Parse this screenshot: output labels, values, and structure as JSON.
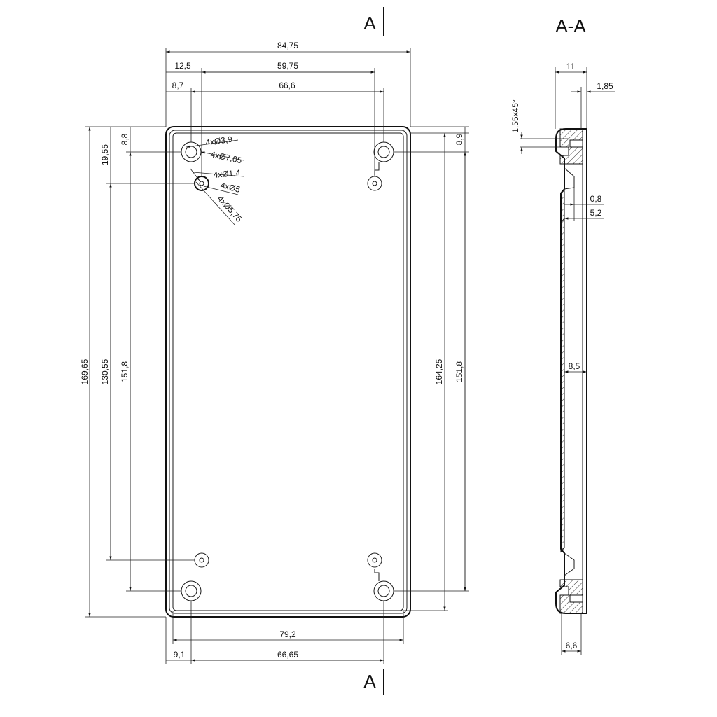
{
  "section_marks": {
    "top": "A",
    "bottom": "A",
    "view_title": "A-A"
  },
  "dims_front": {
    "overall_width": "84,75",
    "d12_5": "12,5",
    "d59_75": "59,75",
    "d8_7": "8,7",
    "d66_6": "66,6",
    "d79_2": "79,2",
    "d9_1": "9,1",
    "d66_65": "66,65",
    "overall_height": "169,65",
    "d130_55": "130,55",
    "d151_8_left": "151,8",
    "d19_55": "19,55",
    "d8_8": "8,8",
    "d8_9": "8,9",
    "d164_25": "164,25",
    "d151_8_right": "151,8",
    "hole1": "4xØ3,9",
    "hole2": "4xØ7,05",
    "hole3": "4xØ1,4",
    "hole4": "4xØ5",
    "hole5": "4xØ5,75"
  },
  "dims_section": {
    "d11": "11",
    "d1_85": "1,85",
    "chamfer": "1,55x45°",
    "d0_8": "0,8",
    "d5_2": "5,2",
    "d8_5": "8,5",
    "d6_6": "6,6"
  }
}
